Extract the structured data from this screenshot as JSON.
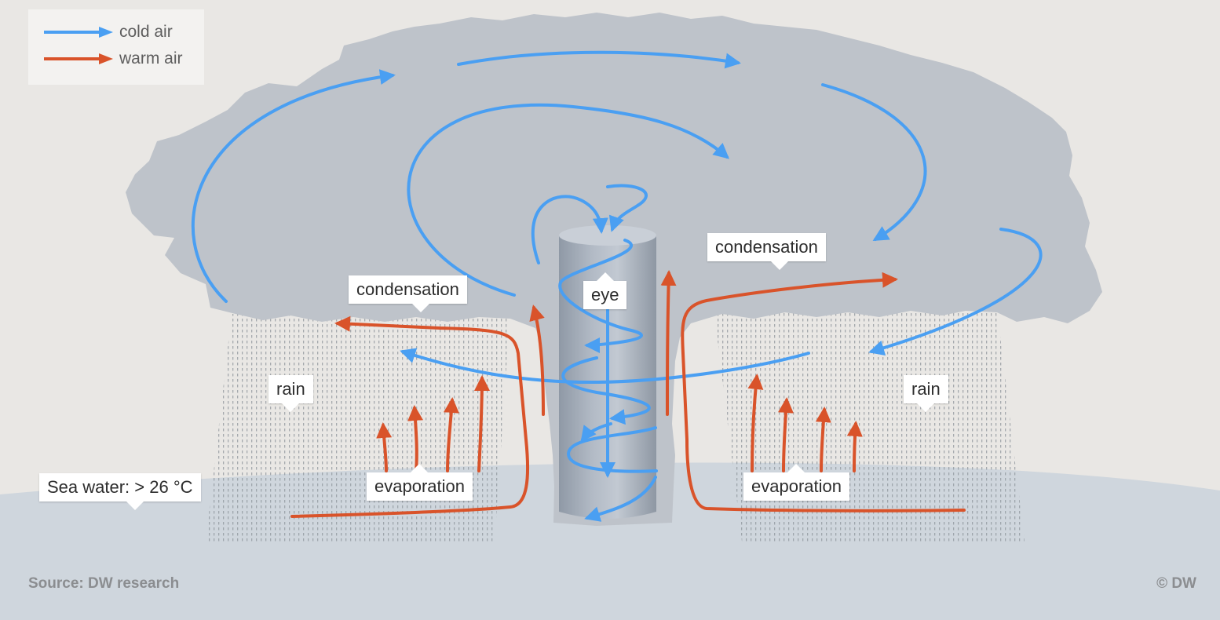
{
  "legend": {
    "cold_label": "cold air",
    "warm_label": "warm air",
    "cold_color": "#4a9ff2",
    "warm_color": "#d9532a"
  },
  "labels": {
    "condensation_left": "condensation",
    "condensation_right": "condensation",
    "eye": "eye",
    "rain_left": "rain",
    "rain_right": "rain",
    "evaporation_left": "evaporation",
    "evaporation_right": "evaporation",
    "sea_water": "Sea water: > 26 °C"
  },
  "footer": {
    "source": "Source: DW research",
    "copyright": "© DW"
  },
  "colors": {
    "background": "#e9e7e4",
    "cloud": "#bec3ca",
    "sea": "#cfd6dd",
    "eye_column": "#9fa8b4"
  }
}
